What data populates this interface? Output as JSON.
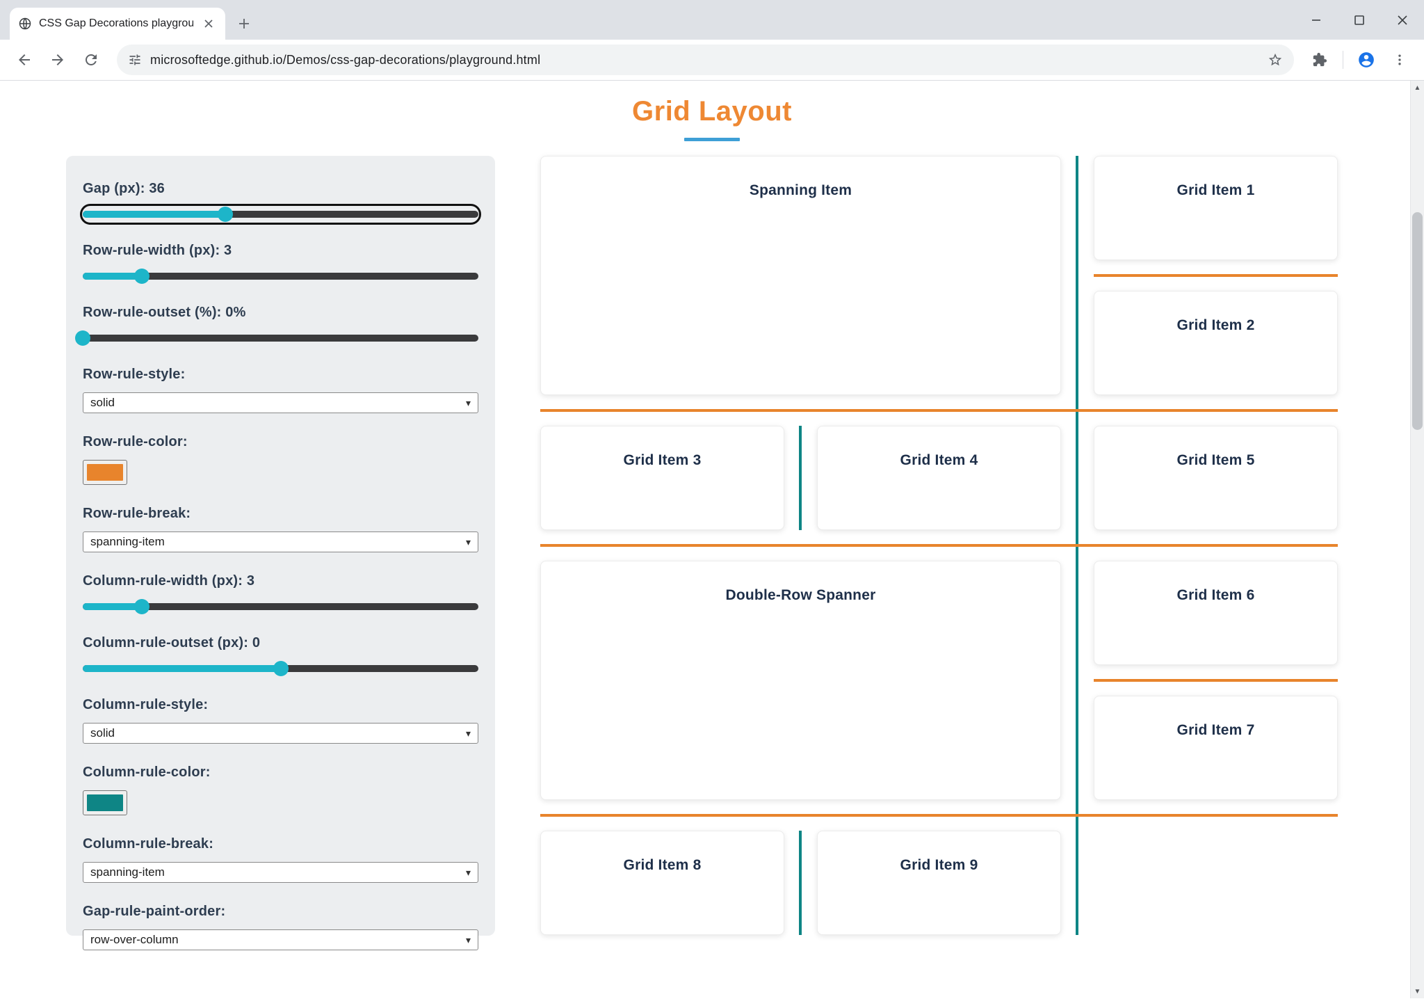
{
  "theme": {
    "title_orange": "#ee8833",
    "underline_blue": "#3e9fd6",
    "panel_bg": "#eceef0",
    "label_color": "#2e3d50",
    "card_text": "#1e2f49",
    "slider_accent": "#1db5c9",
    "slider_track": "#3a3a3c"
  },
  "browser": {
    "tab_title": "CSS Gap Decorations playgroun",
    "url": "microsoftedge.github.io/Demos/css-gap-decorations/playground.html"
  },
  "icons": {
    "scroll_up": "▲",
    "scroll_down": "▼",
    "select_chevron": "▾"
  },
  "page": {
    "title": "Grid Layout"
  },
  "controls": {
    "gap": {
      "label": "Gap (px): 36",
      "value": 36,
      "min": 0,
      "max": 100,
      "focused": true
    },
    "row_rule_width": {
      "label": "Row-rule-width (px): 3",
      "value": 3,
      "min": 0,
      "max": 20
    },
    "row_rule_outset": {
      "label": "Row-rule-outset (%): 0%",
      "value": 0,
      "min": 0,
      "max": 100
    },
    "row_rule_style": {
      "label": "Row-rule-style:",
      "value": "solid"
    },
    "row_rule_color": {
      "label": "Row-rule-color:",
      "value": "#e8842c"
    },
    "row_rule_break": {
      "label": "Row-rule-break:",
      "value": "spanning-item"
    },
    "column_rule_width": {
      "label": "Column-rule-width (px): 3",
      "value": 3,
      "min": 0,
      "max": 20
    },
    "column_rule_outset": {
      "label": "Column-rule-outset (px): 0",
      "value": 0,
      "min": -50,
      "max": 50
    },
    "column_rule_style": {
      "label": "Column-rule-style:",
      "value": "solid"
    },
    "column_rule_color": {
      "label": "Column-rule-color:",
      "value": "#0e8585"
    },
    "column_rule_break": {
      "label": "Column-rule-break:",
      "value": "spanning-item"
    },
    "gap_rule_paint_order": {
      "label": "Gap-rule-paint-order:",
      "value": "row-over-column"
    }
  },
  "grid": {
    "items": [
      {
        "label": "Spanning Item",
        "col": "1 / span 2",
        "row": "1 / span 2"
      },
      {
        "label": "Grid Item 1",
        "col": "3",
        "row": "1"
      },
      {
        "label": "Grid Item 2",
        "col": "3",
        "row": "2"
      },
      {
        "label": "Grid Item 3",
        "col": "1",
        "row": "3"
      },
      {
        "label": "Grid Item 4",
        "col": "2",
        "row": "3"
      },
      {
        "label": "Grid Item 5",
        "col": "3",
        "row": "3"
      },
      {
        "label": "Double-Row Spanner",
        "col": "1 / span 2",
        "row": "4 / span 2"
      },
      {
        "label": "Grid Item 6",
        "col": "3",
        "row": "4"
      },
      {
        "label": "Grid Item 7",
        "col": "3",
        "row": "5"
      },
      {
        "label": "Grid Item 8",
        "col": "1",
        "row": "6"
      },
      {
        "label": "Grid Item 9",
        "col": "2",
        "row": "6"
      }
    ]
  }
}
